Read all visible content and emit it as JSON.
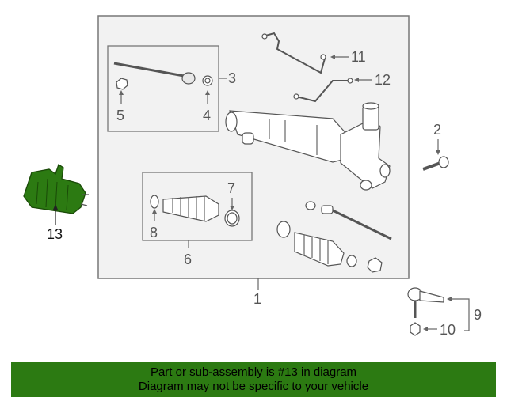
{
  "callouts": {
    "c1": "1",
    "c2": "2",
    "c3": "3",
    "c4": "4",
    "c5": "5",
    "c6": "6",
    "c7": "7",
    "c8": "8",
    "c9": "9",
    "c10": "10",
    "c11": "11",
    "c12": "12",
    "c13": "13"
  },
  "highlight_color": "#2c7a12",
  "banner": {
    "line1": "Part or sub-assembly is #13 in diagram",
    "line2": "Diagram may not be specific to your vehicle"
  }
}
